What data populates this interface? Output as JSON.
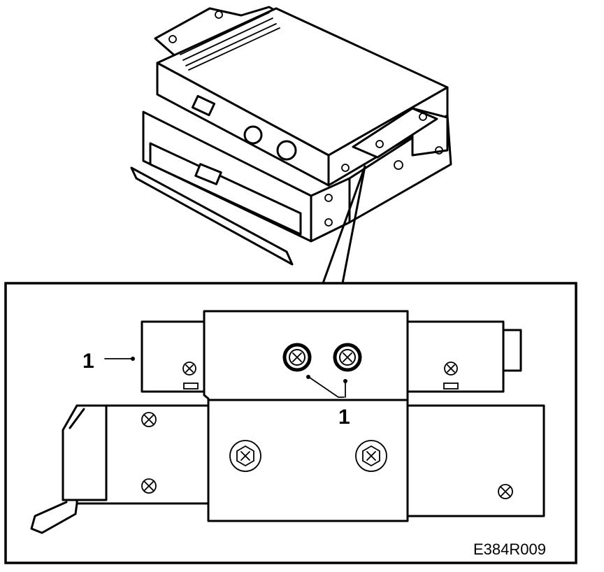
{
  "callouts": {
    "left": "1",
    "bottom": "1"
  },
  "figure_id": "E384R009"
}
